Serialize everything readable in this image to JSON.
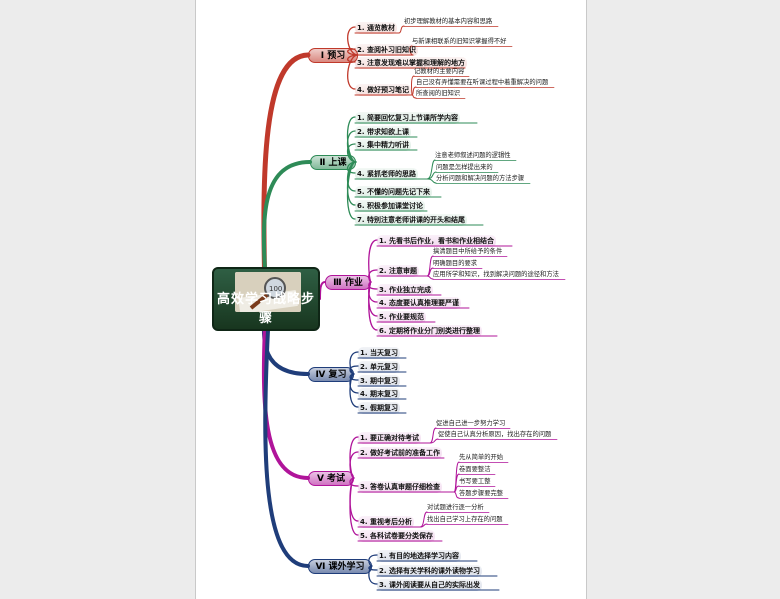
{
  "central_topic": "高效学习战略步骤",
  "branches": [
    {
      "label": "Ⅰ 预习",
      "color": "#c0392b",
      "items": [
        {
          "label": "1. 通览教材",
          "notes": [
            "初步理解教材的基本内容和思路"
          ]
        },
        {
          "label": "2. 查阅补习旧知识",
          "notes": [
            "与新课相联系的旧知识掌握得不好"
          ]
        },
        {
          "label": "3. 注意发现难以掌握和理解的地方",
          "notes": []
        },
        {
          "label": "4. 做好预习笔记",
          "notes": [
            "记教材的主要内容",
            "自己没有弄懂需要在听课过程中着重解决的问题",
            "所查阅的旧知识"
          ]
        }
      ]
    },
    {
      "label": "Ⅱ 上课",
      "color": "#2e8b57",
      "items": [
        {
          "label": "1. 简要回忆复习上节课所学内容",
          "notes": []
        },
        {
          "label": "2. 带求知欲上课",
          "notes": []
        },
        {
          "label": "3. 集中精力听讲",
          "notes": []
        },
        {
          "label": "4. 紧抓老师的思路",
          "notes": [
            "注意老师叙述问题的逻辑性",
            "问题是怎样提出来的",
            "分析问题和解决问题的方法步骤"
          ]
        },
        {
          "label": "5. 不懂的问题先记下来",
          "notes": []
        },
        {
          "label": "6. 积极参加课堂讨论",
          "notes": []
        },
        {
          "label": "7. 特别注意老师讲课的开头和结尾",
          "notes": []
        }
      ]
    },
    {
      "label": "Ⅲ 作业",
      "color": "#b0149a",
      "items": [
        {
          "label": "1. 先看书后作业，看书和作业相结合",
          "notes": []
        },
        {
          "label": "2. 注意审题",
          "notes": [
            "搞清题目中所给予的条件",
            "明确题目的要求",
            "应用所学和知识，找到解决问题的途径和方法"
          ]
        },
        {
          "label": "3. 作业独立完成",
          "notes": []
        },
        {
          "label": "4. 态度要认真推理要严谨",
          "notes": []
        },
        {
          "label": "5. 作业要规范",
          "notes": []
        },
        {
          "label": "6. 定期将作业分门别类进行整理",
          "notes": []
        }
      ]
    },
    {
      "label": "Ⅳ 复习",
      "color": "#1f3d7a",
      "items": [
        {
          "label": "1. 当天复习",
          "notes": []
        },
        {
          "label": "2. 单元复习",
          "notes": []
        },
        {
          "label": "3. 期中复习",
          "notes": []
        },
        {
          "label": "4. 期末复习",
          "notes": []
        },
        {
          "label": "5. 假期复习",
          "notes": []
        }
      ]
    },
    {
      "label": "Ⅴ 考试",
      "color": "#b0149a",
      "items": [
        {
          "label": "1. 要正确对待考试",
          "notes": [
            "促进自己进一步努力学习",
            "促使自己认真分析原因，找出存在的问题"
          ]
        },
        {
          "label": "2. 做好考试前的准备工作",
          "notes": []
        },
        {
          "label": "3. 答卷认真审题仔细检查",
          "notes": [
            "先从简单的开始",
            "卷面要整洁",
            "书写要工整",
            "答题步骤要完整"
          ]
        },
        {
          "label": "4. 重视考后分析",
          "notes": [
            "对试题进行逐一分析",
            "找出自己学习上存在的问题"
          ]
        },
        {
          "label": "5. 各科试卷要分类保存",
          "notes": []
        }
      ]
    },
    {
      "label": "Ⅵ 课外学习",
      "color": "#1f3d7a",
      "items": [
        {
          "label": "1. 有目的地选择学习内容",
          "notes": []
        },
        {
          "label": "2. 选择有关学科的课外读物学习",
          "notes": []
        },
        {
          "label": "3. 课外阅读要从自己的实际出发",
          "notes": []
        }
      ]
    }
  ]
}
